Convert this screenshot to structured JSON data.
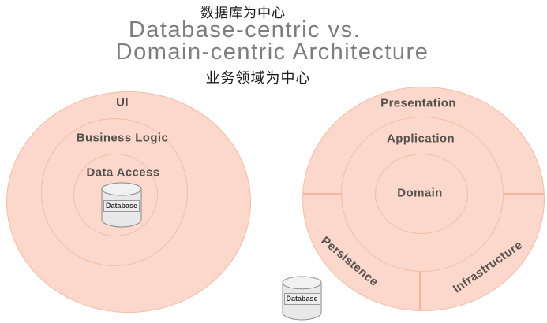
{
  "title": {
    "chinese_top": "数据库为中心",
    "line1": "Database-centric vs.",
    "line2": "Domain-centric Architecture",
    "chinese_bottom": "业务领域为中心"
  },
  "database_centric": {
    "rings": [
      "UI",
      "Business Logic",
      "Data Access"
    ],
    "database_label": "Database"
  },
  "domain_centric": {
    "rings": [
      "Presentation",
      "Application",
      "Domain"
    ],
    "outer_segments": [
      "Persistence",
      "Infrastructure"
    ],
    "database_label": "Database"
  },
  "colors": {
    "circle_fill": "#fbd8cb",
    "circle_stroke": "#f4bda6",
    "title_gray": "#7d7d7d",
    "chinese_text": "#1c1c1c",
    "layer_label_text": "#57504b",
    "cylinder_fill": "#e8e8e8",
    "cylinder_stroke": "#8a8a8a"
  }
}
